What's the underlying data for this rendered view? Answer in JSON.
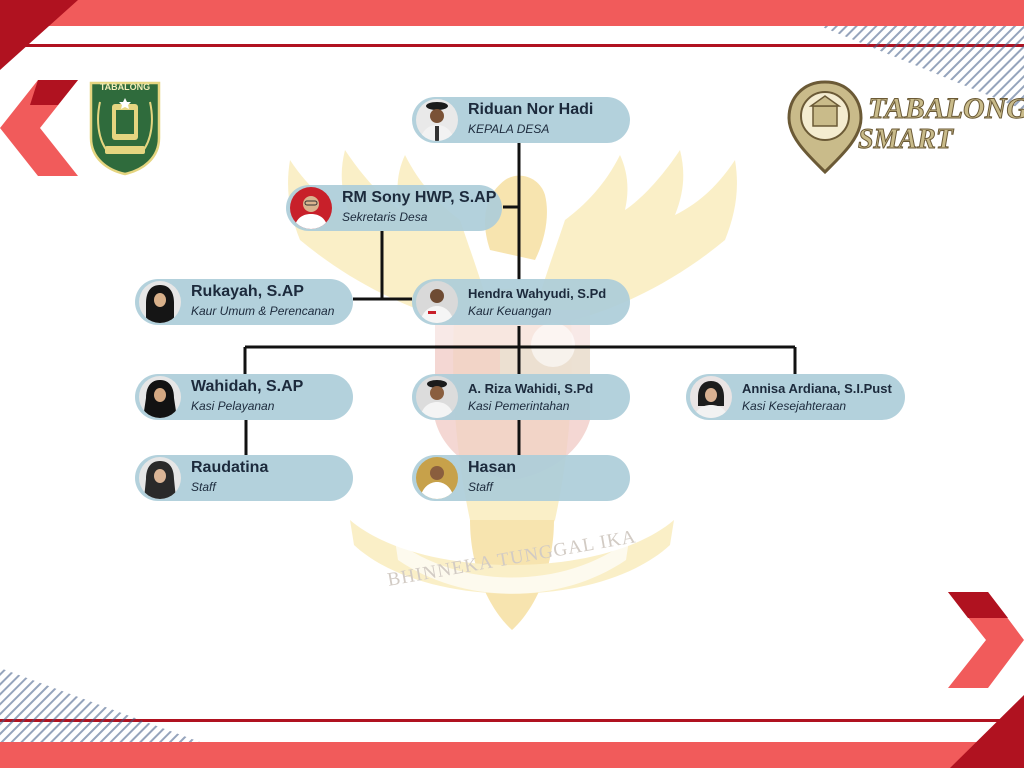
{
  "title": "",
  "colors": {
    "accent_red": "#f15b5b",
    "dark_red": "#b01220",
    "node_bg": "#adcdd9",
    "text": "#1c2a3c",
    "line": "#111111",
    "emblem_gold": "#f7e39a"
  },
  "logos": {
    "regency_name": "TABALONG",
    "app_name_1": "TABALONG",
    "app_name_2": "SMART"
  },
  "watermark": {
    "motto": "BHINNEKA TUNGGAL IKA"
  },
  "org": {
    "kepala": {
      "name": "Riduan Nor Hadi",
      "role": "KEPALA DESA"
    },
    "sekretaris": {
      "name": "RM Sony HWP, S.AP",
      "role": "Sekretaris Desa"
    },
    "kaur_umum": {
      "name": "Rukayah, S.AP",
      "role": "Kaur Umum & Perencanan"
    },
    "kaur_keuangan": {
      "name": "Hendra Wahyudi, S.Pd",
      "role": "Kaur Keuangan"
    },
    "kasi_pelayanan": {
      "name": "Wahidah, S.AP",
      "role": "Kasi Pelayanan"
    },
    "kasi_pemerintahan": {
      "name": "A. Riza Wahidi, S.Pd",
      "role": "Kasi Pemerintahan"
    },
    "kasi_kesejahteraan": {
      "name": "Annisa Ardiana, S.I.Pust",
      "role": "Kasi Kesejahteraan"
    },
    "staff_1": {
      "name": "Raudatina",
      "role": "Staff"
    },
    "staff_2": {
      "name": "Hasan",
      "role": "Staff"
    }
  }
}
